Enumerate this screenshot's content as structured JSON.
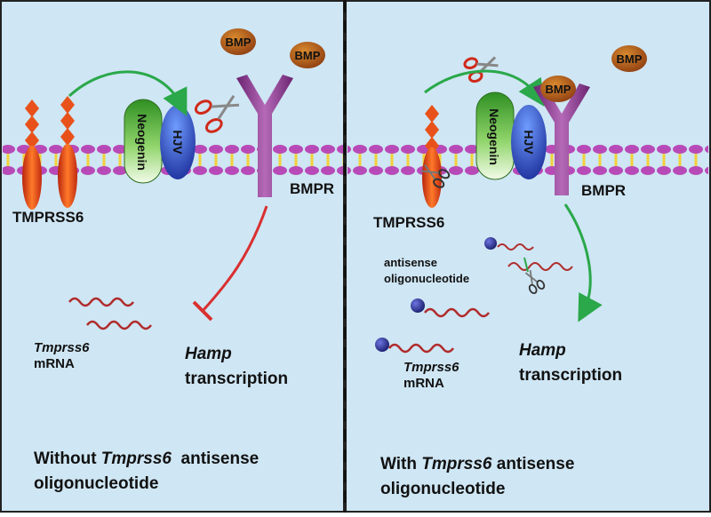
{
  "panels": {
    "left": {
      "caption_prefix": "Without ",
      "caption_gene": "Tmprss6",
      "caption_suffix": "  antisense",
      "caption_line2": "oligonucleotide",
      "tmprss6_label": "TMPRSS6",
      "neogenin_label": "Neogenin",
      "hjv_label": "HJV",
      "bmpr_label": "BMPR",
      "bmp_labels": [
        "BMP",
        "BMP"
      ],
      "mrna_gene": "Tmprss6",
      "mrna_word": "mRNA",
      "hamp_gene": "Hamp",
      "hamp_word": "transcription"
    },
    "right": {
      "caption_prefix": "With ",
      "caption_gene": "Tmprss6",
      "caption_suffix": " antisense",
      "caption_line2": "oligonucleotide",
      "tmprss6_label": "TMPRSS6",
      "neogenin_label": "Neogenin",
      "hjv_label": "HJV",
      "bmpr_label": "BMPR",
      "bmp_labels": [
        "BMP",
        "BMP"
      ],
      "aso_line1": "antisense",
      "aso_line2": "oligonucleotide",
      "mrna_gene": "Tmprss6",
      "mrna_word": "mRNA",
      "hamp_gene": "Hamp",
      "hamp_word": "transcription"
    }
  },
  "colors": {
    "background": "#cfe6f4",
    "activation_arrow": "#2aa84a",
    "inhibition_arrow": "#d93030",
    "bmpr": "#8e3a8e",
    "hjv": "#2f4fc4",
    "neogenin": "#5cbf3a",
    "tmprss6": "#e8521a",
    "bmp": "#b9611c",
    "mrna": "#b02c2c",
    "aso_bead": "#2b2f8f"
  }
}
